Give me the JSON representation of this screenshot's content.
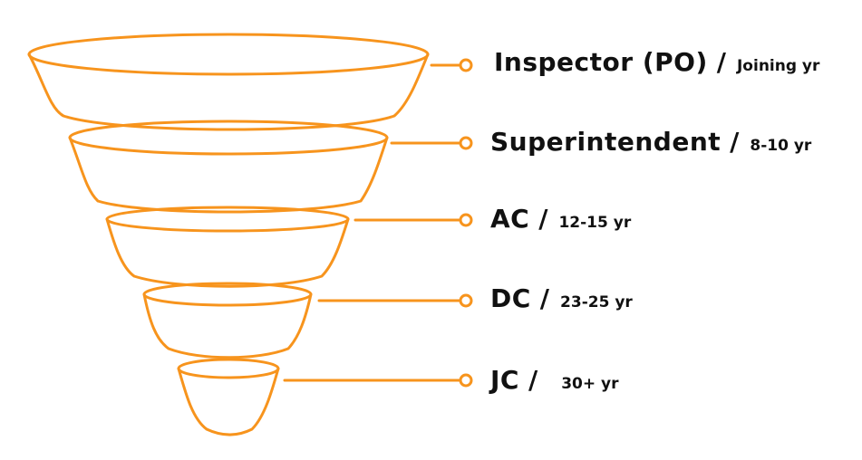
{
  "diagram": {
    "accent_color": "#F7941D",
    "levels": [
      {
        "rank": "Inspector (PO)",
        "separator": "/",
        "years": "Joining yr"
      },
      {
        "rank": "Superintendent",
        "separator": "/",
        "years": "8-10 yr"
      },
      {
        "rank": "AC",
        "separator": "/",
        "years": "12-15 yr"
      },
      {
        "rank": "DC",
        "separator": "/",
        "years": "23-25 yr"
      },
      {
        "rank": "JC",
        "separator": "/",
        "years": "30+ yr"
      }
    ]
  }
}
